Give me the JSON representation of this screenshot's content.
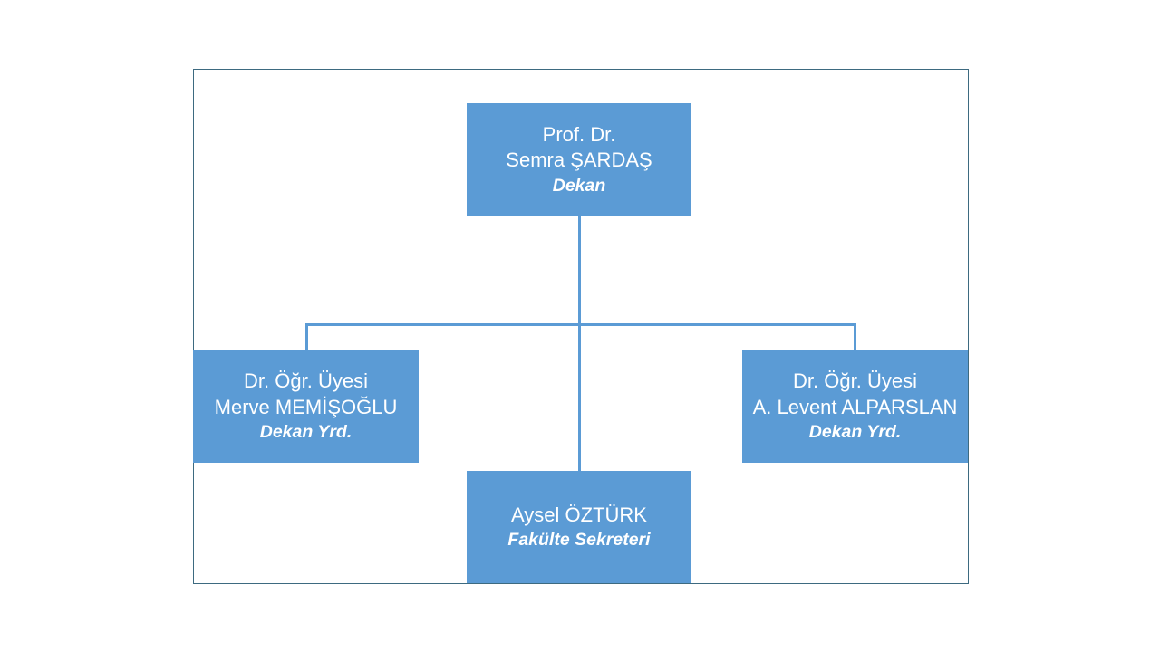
{
  "chart_data": {
    "type": "diagram",
    "diagram_type": "organization-chart",
    "title": "",
    "orientation": "top-down",
    "box_fill_color": "#5B9BD5",
    "box_text_color": "#FFFFFF",
    "connector_color": "#5B9BD5",
    "frame_border_color": "#3D6A80",
    "background_color": "#FFFFFF",
    "nodes": [
      {
        "id": "dean",
        "level": 0,
        "title_prefix": "Prof. Dr.",
        "person_name": "Semra ŞARDAŞ",
        "role": "Dekan"
      },
      {
        "id": "vice-dean-left",
        "level": 1,
        "title_prefix": "Dr. Öğr. Üyesi",
        "person_name": "Merve MEMİŞOĞLU",
        "role": "Dekan Yrd."
      },
      {
        "id": "vice-dean-right",
        "level": 1,
        "title_prefix": "Dr. Öğr. Üyesi",
        "person_name": "A. Levent ALPARSLAN",
        "role": "Dekan Yrd."
      },
      {
        "id": "faculty-secretary",
        "level": 1,
        "title_prefix": "",
        "person_name": "Aysel ÖZTÜRK",
        "role": "Fakülte Sekreteri"
      }
    ],
    "edges": [
      {
        "from": "dean",
        "to": "vice-dean-left"
      },
      {
        "from": "dean",
        "to": "vice-dean-right"
      },
      {
        "from": "dean",
        "to": "faculty-secretary"
      }
    ]
  },
  "dean": {
    "title_prefix": "Prof. Dr.",
    "person_name": "Semra ŞARDAŞ",
    "role": "Dekan"
  },
  "vice_dean_left": {
    "title_prefix": "Dr. Öğr. Üyesi",
    "person_name": "Merve MEMİŞOĞLU",
    "role": "Dekan Yrd."
  },
  "vice_dean_right": {
    "title_prefix": "Dr. Öğr. Üyesi",
    "person_name": "A. Levent ALPARSLAN",
    "role": "Dekan Yrd."
  },
  "faculty_secretary": {
    "person_name": "Aysel ÖZTÜRK",
    "role": "Fakülte Sekreteri"
  }
}
